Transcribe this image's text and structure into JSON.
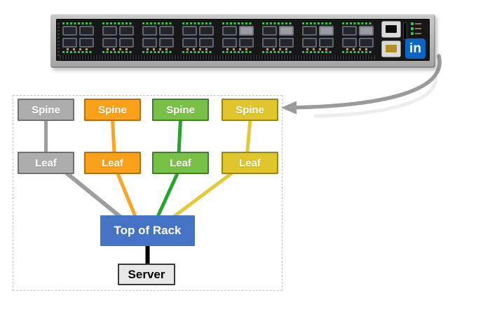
{
  "switch_panel": {
    "port_groups": 8,
    "ports_per_group": 4,
    "port_led_color": "#35c94b",
    "mid_led_color": "#c9a33a",
    "status_led_count": 3,
    "status_led_color": "#35c94b",
    "linkedin_logo": {
      "text": "in",
      "background": "#0a66c2",
      "text_color": "#ffffff"
    }
  },
  "connector_arrow": {
    "color": "#9b9b9b"
  },
  "topology": {
    "columns": [
      {
        "name": "gray",
        "spine_label": "Spine",
        "leaf_label": "Leaf",
        "fill": "#adadad",
        "border": "#707070",
        "link_color": "#9e9e9e"
      },
      {
        "name": "orange",
        "spine_label": "Spine",
        "leaf_label": "Leaf",
        "fill": "#f9a11b",
        "border": "#b06f15",
        "link_color": "#fba41d"
      },
      {
        "name": "green",
        "spine_label": "Spine",
        "leaf_label": "Leaf",
        "fill": "#79c146",
        "border": "#417f2b",
        "link_color": "#26a52c"
      },
      {
        "name": "yellow",
        "spine_label": "Spine",
        "leaf_label": "Leaf",
        "fill": "#e0c52d",
        "border": "#96851e",
        "link_color": "#e2ca35"
      }
    ],
    "label_text_color": "#ffffff",
    "tor": {
      "label": "Top of Rack",
      "fill": "#4472c4",
      "text_color": "#ffffff"
    },
    "server": {
      "label": "Server",
      "fill": "#e8e8e8",
      "border": "#3a3a3a",
      "text_color": "#000000"
    },
    "tor_server_link_color": "#000000"
  }
}
